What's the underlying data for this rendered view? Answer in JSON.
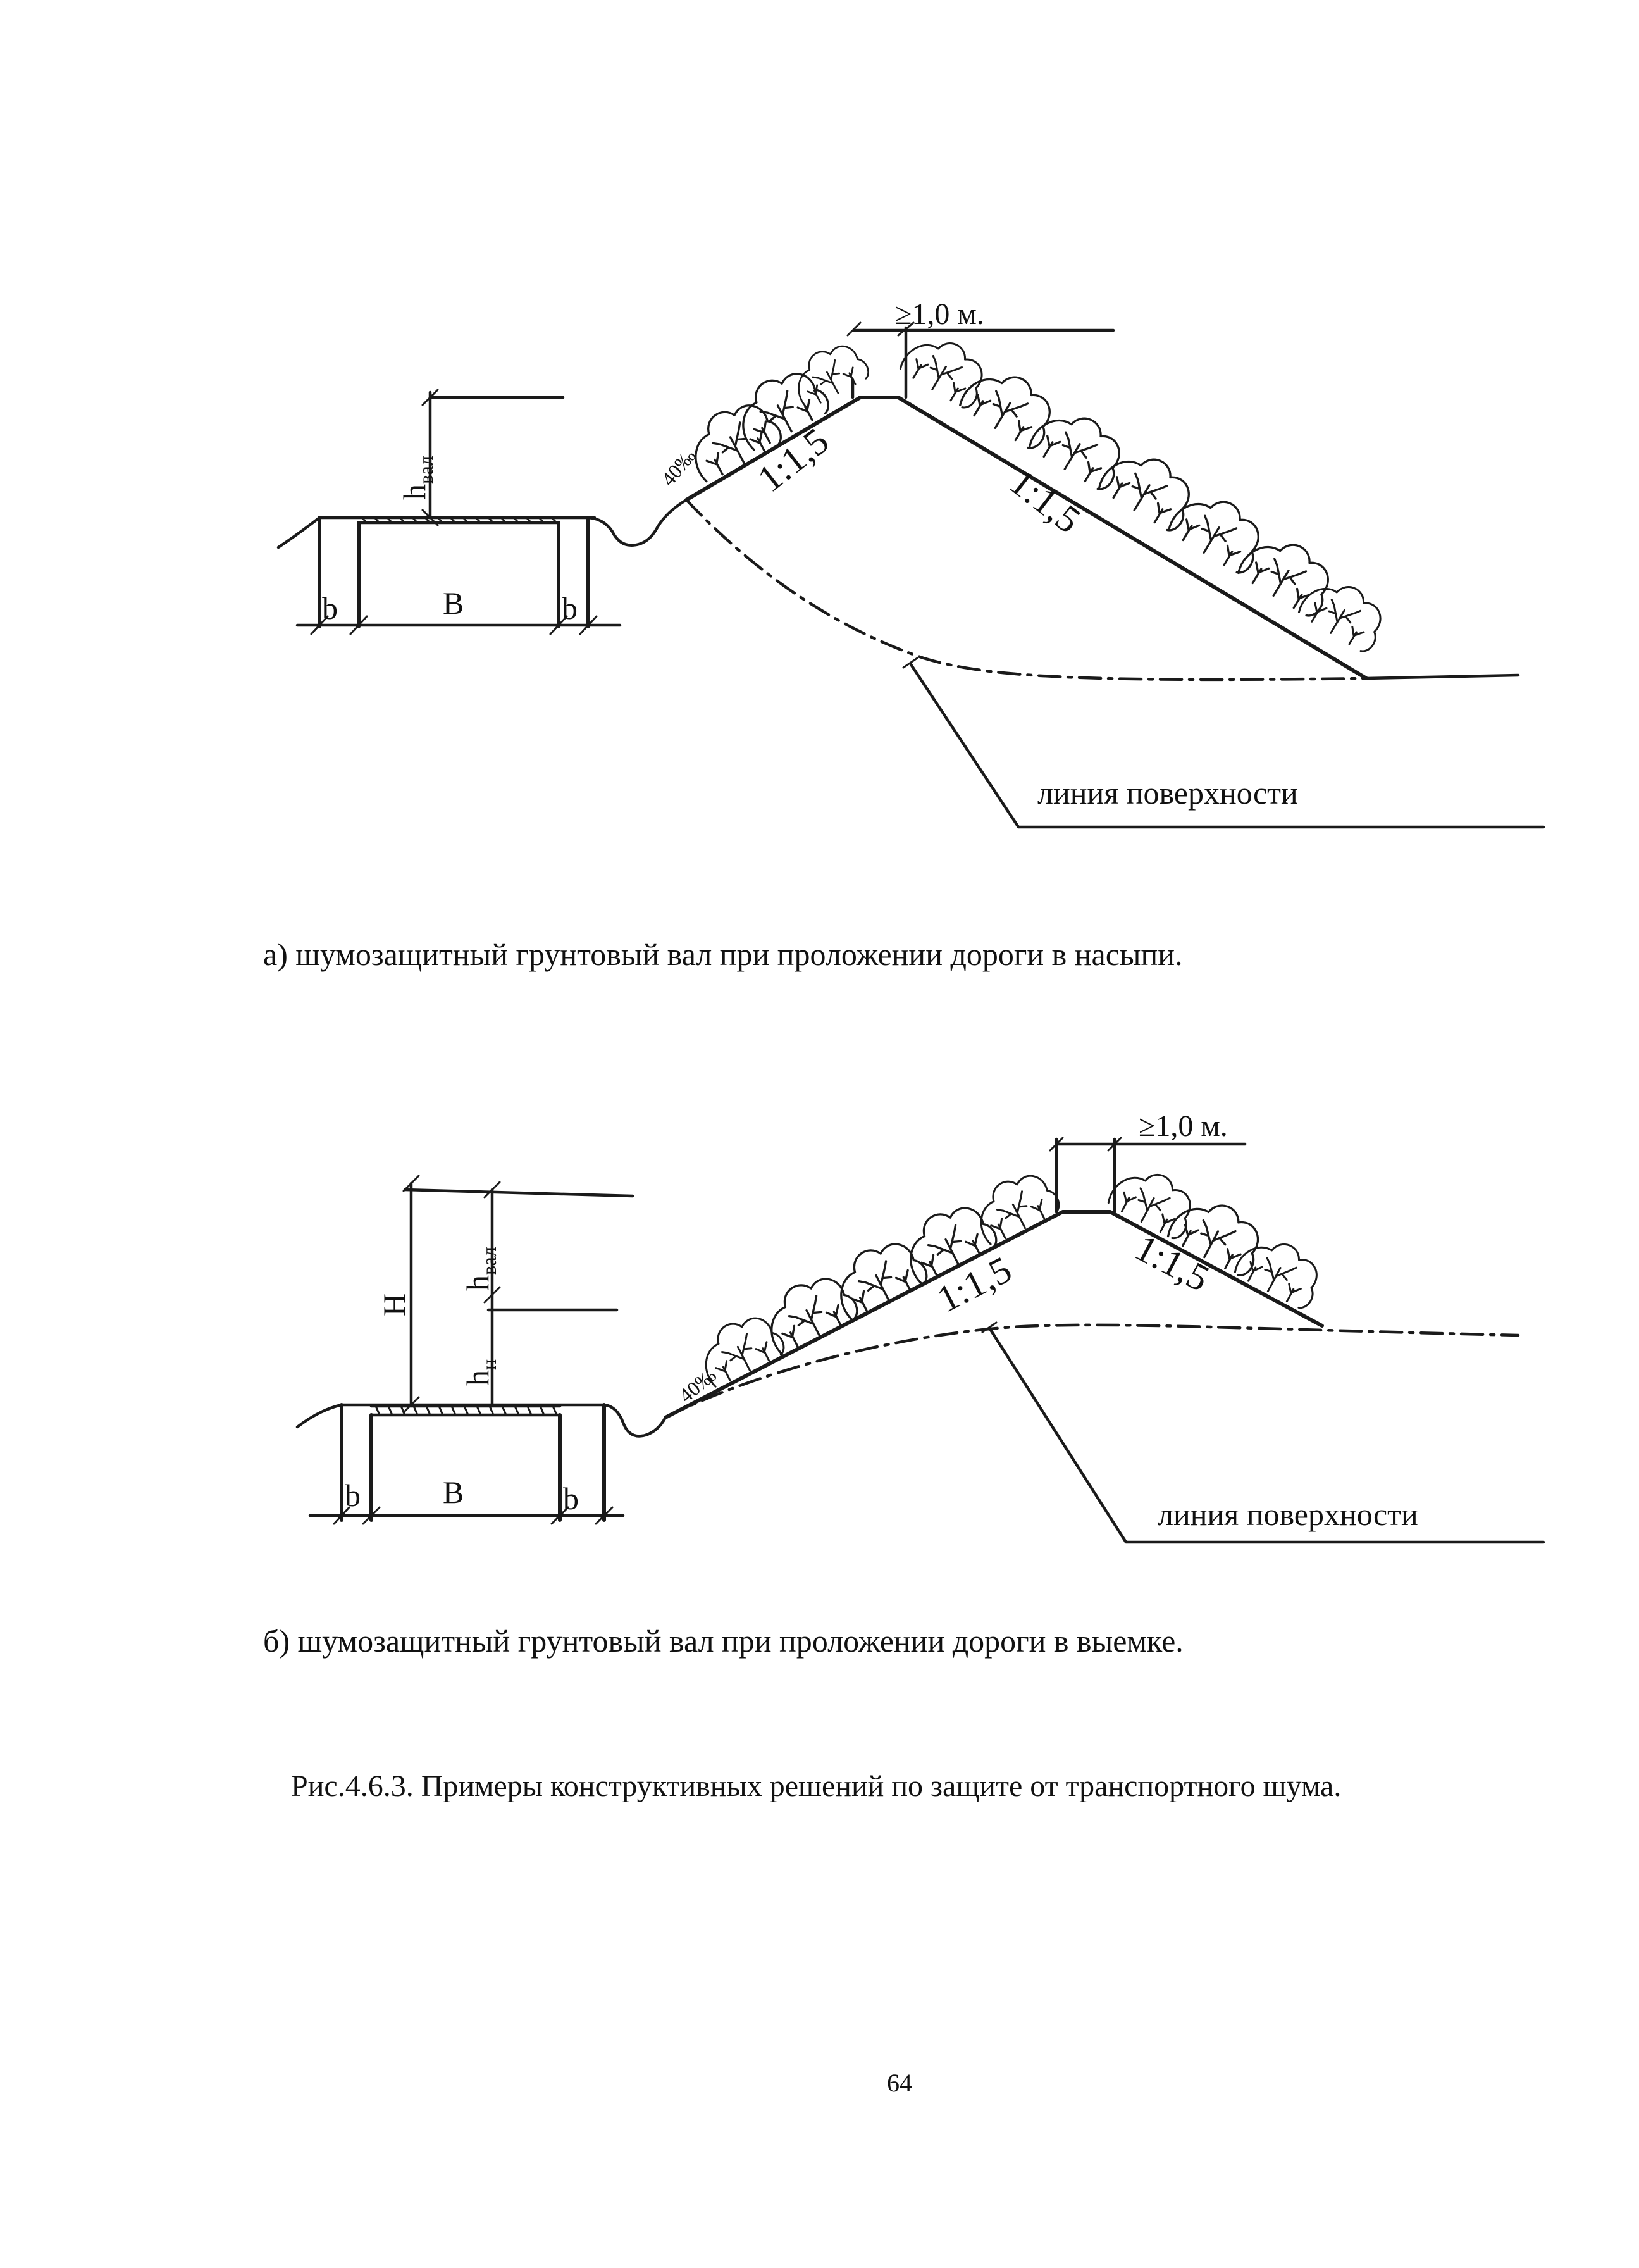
{
  "fig_a": {
    "crest_width": "≥1,0 м.",
    "h_val": "h",
    "h_val_sub": "вал",
    "width_b_left": "b",
    "width_B": "B",
    "width_b_right": "b",
    "slope_inner": "1:1,5",
    "slope_outer": "1:1,5",
    "gradient": "40‰",
    "surface_label": "линия поверхности",
    "caption": "а)  шумозащитный грунтовый вал при проложении дороги в насыпи."
  },
  "fig_b": {
    "crest_width": "≥1,0 м.",
    "H": "H",
    "h_val": "h",
    "h_val_sub": "вал",
    "h_n": "h",
    "h_n_sub": "н",
    "width_b_left": "b",
    "width_B": "B",
    "width_b_right": "b",
    "slope_inner": "1:1,5",
    "slope_outer": "1:1,5",
    "gradient": "40‰",
    "surface_label": "линия поверхности",
    "caption": "б)  шумозащитный грунтовый вал при проложении дороги в выемке."
  },
  "figure_caption": "Рис.4.6.3. Примеры конструктивных решений по защите от транспортного шума.",
  "page_number": "64",
  "colors": {
    "ink": "#1a1a1a",
    "paper": "#ffffff"
  }
}
